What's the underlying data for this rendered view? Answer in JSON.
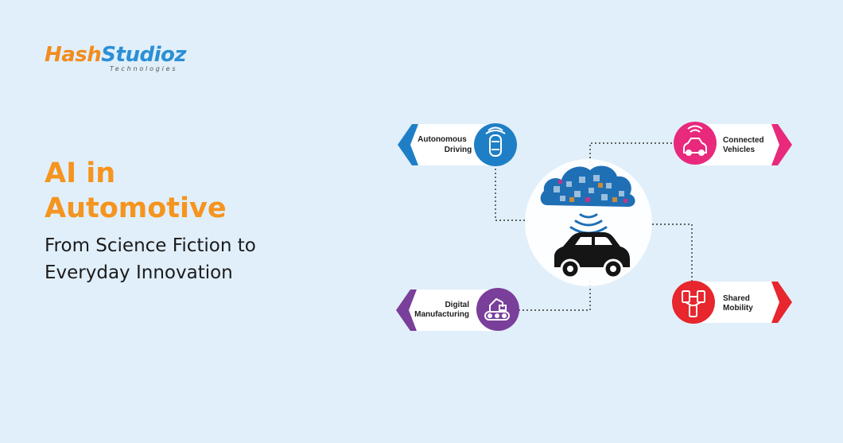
{
  "logo": {
    "text_hash": "Hash",
    "text_studioz": "Studioz",
    "text_sub": "Technologies"
  },
  "title": {
    "line1": "AI in",
    "line2": "Automotive"
  },
  "subtitle": {
    "line1": "From Science Fiction to",
    "line2": "Everyday Innovation"
  },
  "nodes": {
    "autonomous": {
      "line1": "Autonomous",
      "line2": "Driving",
      "icon": "autonomous-car-icon",
      "color": "#1f7fc6"
    },
    "connected": {
      "line1": "Connected",
      "line2": "Vehicles",
      "icon": "connected-car-icon",
      "color": "#e8297c"
    },
    "manufacturing": {
      "line1": "Digital",
      "line2": "Manufacturing",
      "icon": "robot-arm-icon",
      "color": "#7a3f9a"
    },
    "shared": {
      "line1": "Shared",
      "line2": "Mobility",
      "icon": "phones-share-icon",
      "color": "#e7262d"
    }
  },
  "center": {
    "icon": "cloud-connected-car-icon",
    "cloud_color": "#1f6fb5",
    "car_color": "#151515"
  }
}
